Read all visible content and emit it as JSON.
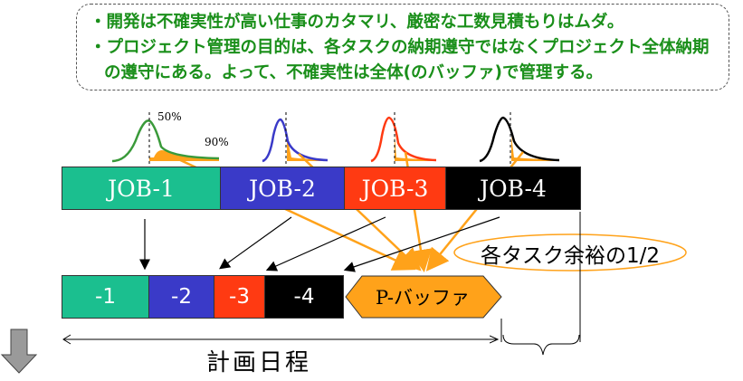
{
  "note": {
    "line1": "・開発は不確実性が高い仕事のカタマリ、厳密な工数見積もりはムダ。",
    "line2": "・プロジェクト管理の目的は、各タスクの納期遵守ではなくプロジェクト全体納期",
    "line3": "の遵守にある。よって、不確実性は全体(のバッファ)で管理する。"
  },
  "labels": {
    "p50": "50%",
    "p90": "90%"
  },
  "jobs": [
    {
      "label": "JOB-1",
      "color": "#1bbf8f"
    },
    {
      "label": "JOB-2",
      "color": "#3a3ac8"
    },
    {
      "label": "JOB-3",
      "color": "#ff3a12"
    },
    {
      "label": "JOB-4",
      "color": "#000000"
    }
  ],
  "schedule": [
    {
      "label": "-1",
      "color": "#1bbf8f"
    },
    {
      "label": "-2",
      "color": "#3a3ac8"
    },
    {
      "label": "-3",
      "color": "#ff3a12"
    },
    {
      "label": "-4",
      "color": "#000000"
    }
  ],
  "buffer": {
    "label": "P-バッファ",
    "color": "#ffa21a"
  },
  "callout": "各タスク余裕の1/2",
  "plan_label": "計画日程",
  "colors": {
    "note_text": "#1a8f1a",
    "arrow": "#ffa21a",
    "curve1": "#3a9a3a",
    "curve2": "#3a3ac8",
    "curve3": "#ff3a12",
    "curve4": "#000000"
  }
}
